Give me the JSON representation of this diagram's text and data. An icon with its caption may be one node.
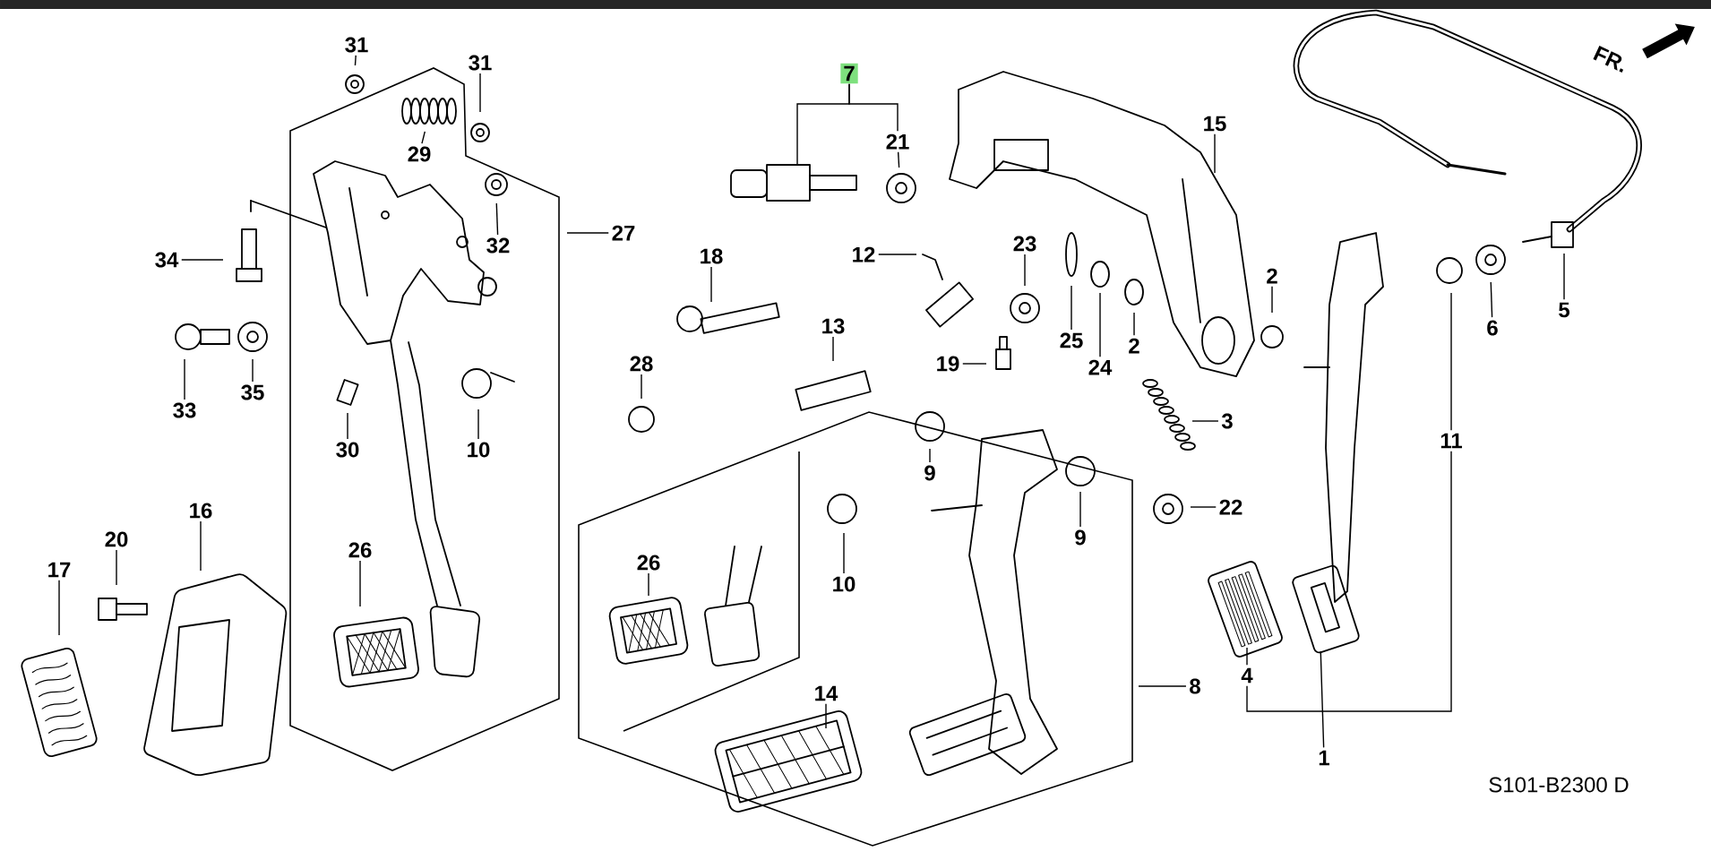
{
  "diagram": {
    "nodes": [
      {
        "text": [
          "7"
        ]
      },
      {
        "text": [
          "31"
        ]
      },
      {
        "text": [
          "31"
        ]
      },
      {
        "text": [
          "29"
        ]
      },
      {
        "text": [
          "32"
        ]
      },
      {
        "text": [
          "34"
        ]
      },
      {
        "text": [
          "27"
        ]
      },
      {
        "text": [
          "33"
        ]
      },
      {
        "text": [
          "35"
        ]
      },
      {
        "text": [
          "30"
        ]
      },
      {
        "text": [
          "10"
        ]
      },
      {
        "text": [
          "21"
        ]
      },
      {
        "text": [
          "18"
        ]
      },
      {
        "text": [
          "12"
        ]
      },
      {
        "text": [
          "13"
        ]
      },
      {
        "text": [
          "28"
        ]
      },
      {
        "text": [
          "23"
        ]
      },
      {
        "text": [
          "25"
        ]
      },
      {
        "text": [
          "24"
        ]
      },
      {
        "text": [
          "2"
        ]
      },
      {
        "text": [
          "19"
        ]
      },
      {
        "text": [
          "15"
        ]
      },
      {
        "text": [
          "2"
        ]
      },
      {
        "text": [
          "3"
        ]
      },
      {
        "text": [
          "6"
        ]
      },
      {
        "text": [
          "5"
        ]
      },
      {
        "text": [
          "11"
        ]
      },
      {
        "text": [
          "9"
        ]
      },
      {
        "text": [
          "9"
        ]
      },
      {
        "text": [
          "22"
        ]
      },
      {
        "text": [
          "10"
        ]
      },
      {
        "text": [
          "8"
        ]
      },
      {
        "text": [
          "26"
        ]
      },
      {
        "text": [
          "26"
        ]
      },
      {
        "text": [
          "14"
        ]
      },
      {
        "text": [
          "4"
        ]
      },
      {
        "text": [
          "1"
        ]
      },
      {
        "text": [
          "20"
        ]
      },
      {
        "text": [
          "16"
        ]
      },
      {
        "text": [
          "17"
        ]
      }
    ],
    "edges": [
      {
        "from": 0,
        "to": null,
        "arrow": "none"
      },
      {
        "from": 0,
        "to": 11,
        "arrow": "none"
      },
      {
        "from": 1,
        "to": null,
        "arrow": "none"
      },
      {
        "from": 2,
        "to": null,
        "arrow": "none"
      },
      {
        "from": 3,
        "to": null,
        "arrow": "none"
      },
      {
        "from": 4,
        "to": null,
        "arrow": "none"
      },
      {
        "from": 5,
        "to": null,
        "arrow": "none"
      },
      {
        "from": 6,
        "to": null,
        "arrow": "none"
      },
      {
        "from": 7,
        "to": null,
        "arrow": "none"
      },
      {
        "from": 8,
        "to": null,
        "arrow": "none"
      },
      {
        "from": 9,
        "to": null,
        "arrow": "none"
      },
      {
        "from": 10,
        "to": null,
        "arrow": "none"
      },
      {
        "from": 11,
        "to": null,
        "arrow": "none"
      },
      {
        "from": 12,
        "to": null,
        "arrow": "none"
      },
      {
        "from": 13,
        "to": null,
        "arrow": "none"
      },
      {
        "from": 14,
        "to": null,
        "arrow": "none"
      },
      {
        "from": 15,
        "to": null,
        "arrow": "none"
      },
      {
        "from": 16,
        "to": null,
        "arrow": "none"
      },
      {
        "from": 17,
        "to": null,
        "arrow": "none"
      },
      {
        "from": 18,
        "to": null,
        "arrow": "none"
      },
      {
        "from": 19,
        "to": null,
        "arrow": "none"
      },
      {
        "from": 20,
        "to": null,
        "arrow": "none"
      },
      {
        "from": 21,
        "to": null,
        "arrow": "none"
      },
      {
        "from": 22,
        "to": null,
        "arrow": "none"
      },
      {
        "from": 23,
        "to": null,
        "arrow": "none"
      },
      {
        "from": 24,
        "to": null,
        "arrow": "none"
      },
      {
        "from": 25,
        "to": null,
        "arrow": "none"
      },
      {
        "from": 26,
        "to": null,
        "arrow": "none"
      },
      {
        "from": 27,
        "to": null,
        "arrow": "none"
      },
      {
        "from": 28,
        "to": null,
        "arrow": "none"
      },
      {
        "from": 29,
        "to": null,
        "arrow": "none"
      },
      {
        "from": 30,
        "to": null,
        "arrow": "none"
      },
      {
        "from": 31,
        "to": null,
        "arrow": "none"
      },
      {
        "from": 32,
        "to": null,
        "arrow": "none"
      },
      {
        "from": 33,
        "to": null,
        "arrow": "none"
      },
      {
        "from": 34,
        "to": null,
        "arrow": "none"
      },
      {
        "from": 35,
        "to": null,
        "arrow": "none"
      },
      {
        "from": 36,
        "to": null,
        "arrow": "none"
      },
      {
        "from": 37,
        "to": null,
        "arrow": "none"
      },
      {
        "from": 38,
        "to": null,
        "arrow": "none"
      },
      {
        "from": 39,
        "to": null,
        "arrow": "none"
      },
      {
        "from": 26,
        "to": 35,
        "arrow": "none"
      }
    ],
    "labels": [
      "FR.",
      "S101-B2300 D"
    ]
  }
}
